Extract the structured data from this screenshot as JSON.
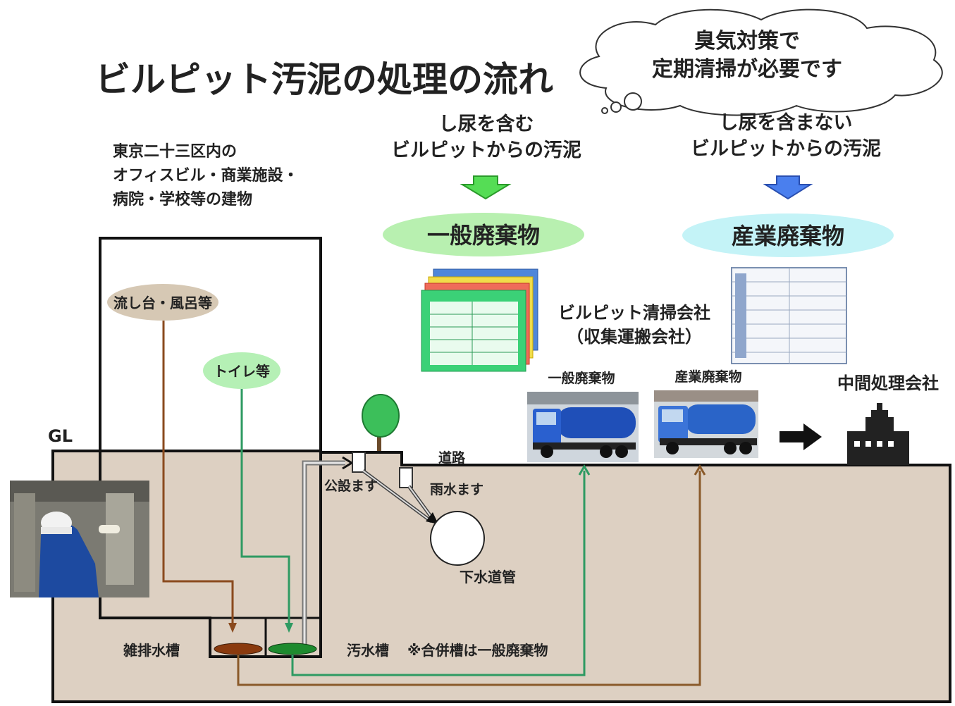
{
  "title": "ビルピット汚泥の処理の流れ",
  "cloud": {
    "line1": "臭気対策で",
    "line2": "定期清掃が必要です"
  },
  "building_desc": {
    "line1": "東京二十三区内の",
    "line2": "オフィスビル・商業施設・",
    "line3": "病院・学校等の建物"
  },
  "with_urine": {
    "line1": "し尿を含む",
    "line2": "ビルピットからの汚泥"
  },
  "without_urine": {
    "line1": "し尿を含まない",
    "line2": "ビルピットからの汚泥"
  },
  "general_waste": "一般廃棄物",
  "industrial_waste": "産業廃棄物",
  "cleaning_company": {
    "line1": "ビルピット清掃会社",
    "line2": "（収集運搬会社）"
  },
  "truck_general": "一般廃棄物",
  "truck_industrial": "産業廃棄物",
  "intermediate": "中間処理会社",
  "sink": "流し台・風呂等",
  "toilet": "トイレ等",
  "gl": "GL",
  "public_basin": "公設ます",
  "rain_basin": "雨水ます",
  "road": "道路",
  "sewer": "下水道管",
  "misc_tank": "雑排水槽",
  "sewage_tank": "汚水槽",
  "note": "※合併槽は一般廃棄物",
  "colors": {
    "red_text": "#e8211b",
    "green_arrow": "#33cc33",
    "blue_arrow": "#3a6fe0",
    "green_line": "#2e9a62",
    "brown_line": "#8a4a1e",
    "ground": "#ddd0c2",
    "general_ellipse": "#b8f0b0",
    "industrial_ellipse": "#c4f3f7",
    "sink_ellipse": "#d6c8b4",
    "toilet_ellipse": "#b5f0b5"
  }
}
